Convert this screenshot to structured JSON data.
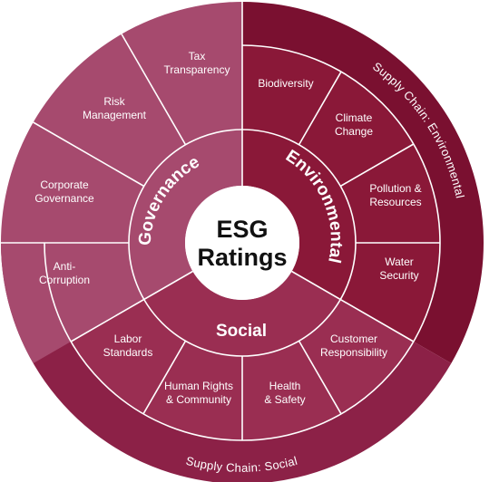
{
  "center": {
    "line1": "ESG",
    "line2": "Ratings"
  },
  "pillars": {
    "environmental": "Environmental",
    "social": "Social",
    "governance": "Governance"
  },
  "ring": {
    "supply_env": "Supply Chain: Environmental",
    "supply_social": "Supply Chain: Social"
  },
  "environmental_items": [
    {
      "lines": [
        "Biodiversity"
      ]
    },
    {
      "lines": [
        "Climate",
        "Change"
      ]
    },
    {
      "lines": [
        "Pollution &",
        "Resources"
      ]
    },
    {
      "lines": [
        "Water",
        "Security"
      ]
    }
  ],
  "social_items": [
    {
      "lines": [
        "Customer",
        "Responsibility"
      ]
    },
    {
      "lines": [
        "Health",
        "& Safety"
      ]
    },
    {
      "lines": [
        "Human Rights",
        "& Community"
      ]
    },
    {
      "lines": [
        "Labor",
        "Standards"
      ]
    }
  ],
  "governance_items": [
    {
      "lines": [
        "Anti-",
        "Corruption"
      ]
    },
    {
      "lines": [
        "Corporate",
        "Governance"
      ]
    },
    {
      "lines": [
        "Risk",
        "Management"
      ]
    },
    {
      "lines": [
        "Tax",
        "Transparency"
      ]
    }
  ],
  "colors": {
    "environmental": "#8a1838",
    "social": "#9a2e52",
    "governance": "#a64a6e",
    "supply_chain_environmental": "#7a1030",
    "supply_chain_social": "#8c2147",
    "center": "#ffffff"
  }
}
